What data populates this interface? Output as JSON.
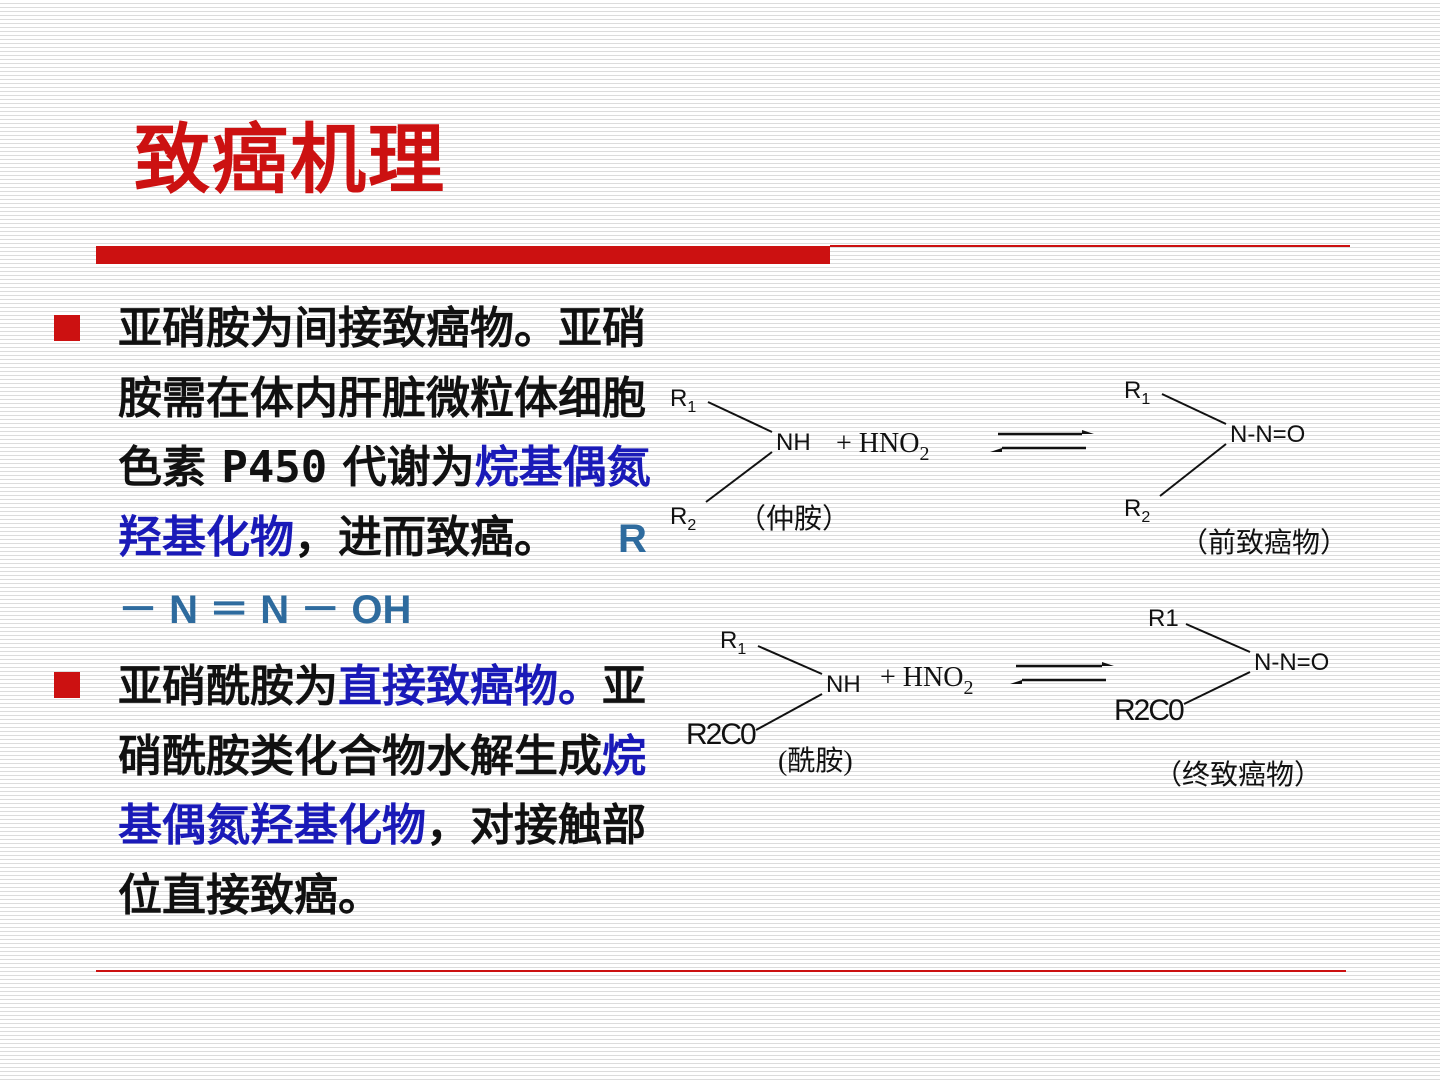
{
  "title": "致癌机理",
  "bullets": [
    {
      "segments": [
        {
          "text": "亚硝胺为间接致癌物。亚硝胺需在体内肝脏微粒体细胞色素 ",
          "style": "normal"
        },
        {
          "text": "P450",
          "style": "mono"
        },
        {
          "text": " 代谢为",
          "style": "normal"
        },
        {
          "text": "烷基偶氮羟基化物",
          "style": "blue"
        },
        {
          "text": "，进而致癌。",
          "style": "normal"
        }
      ],
      "formula": "R － N ＝ N － OH"
    },
    {
      "segments": [
        {
          "text": "亚硝酰胺为",
          "style": "normal"
        },
        {
          "text": "直接致癌物。",
          "style": "blue"
        },
        {
          "text": "亚硝酰胺类化合物水解生成",
          "style": "normal"
        },
        {
          "text": "烷基偶氮羟基化物",
          "style": "blue"
        },
        {
          "text": "，对接触部位直接致癌。",
          "style": "normal"
        }
      ]
    }
  ],
  "reaction1": {
    "r1": "R1",
    "r2": "R2",
    "nh": "NH",
    "reagent": "+ HNO2",
    "product": "N-N=O",
    "reactant_label": "（仲胺）",
    "product_label": "（前致癌物）"
  },
  "reaction2": {
    "r1": "R1",
    "r2": "R2C0",
    "nh": "NH",
    "reagent": "+ HNO2",
    "product_r1": "R1",
    "product_r2": "R2C0",
    "product": "N-N=O",
    "reactant_label": "(酰胺)",
    "product_label": "（终致癌物）"
  }
}
